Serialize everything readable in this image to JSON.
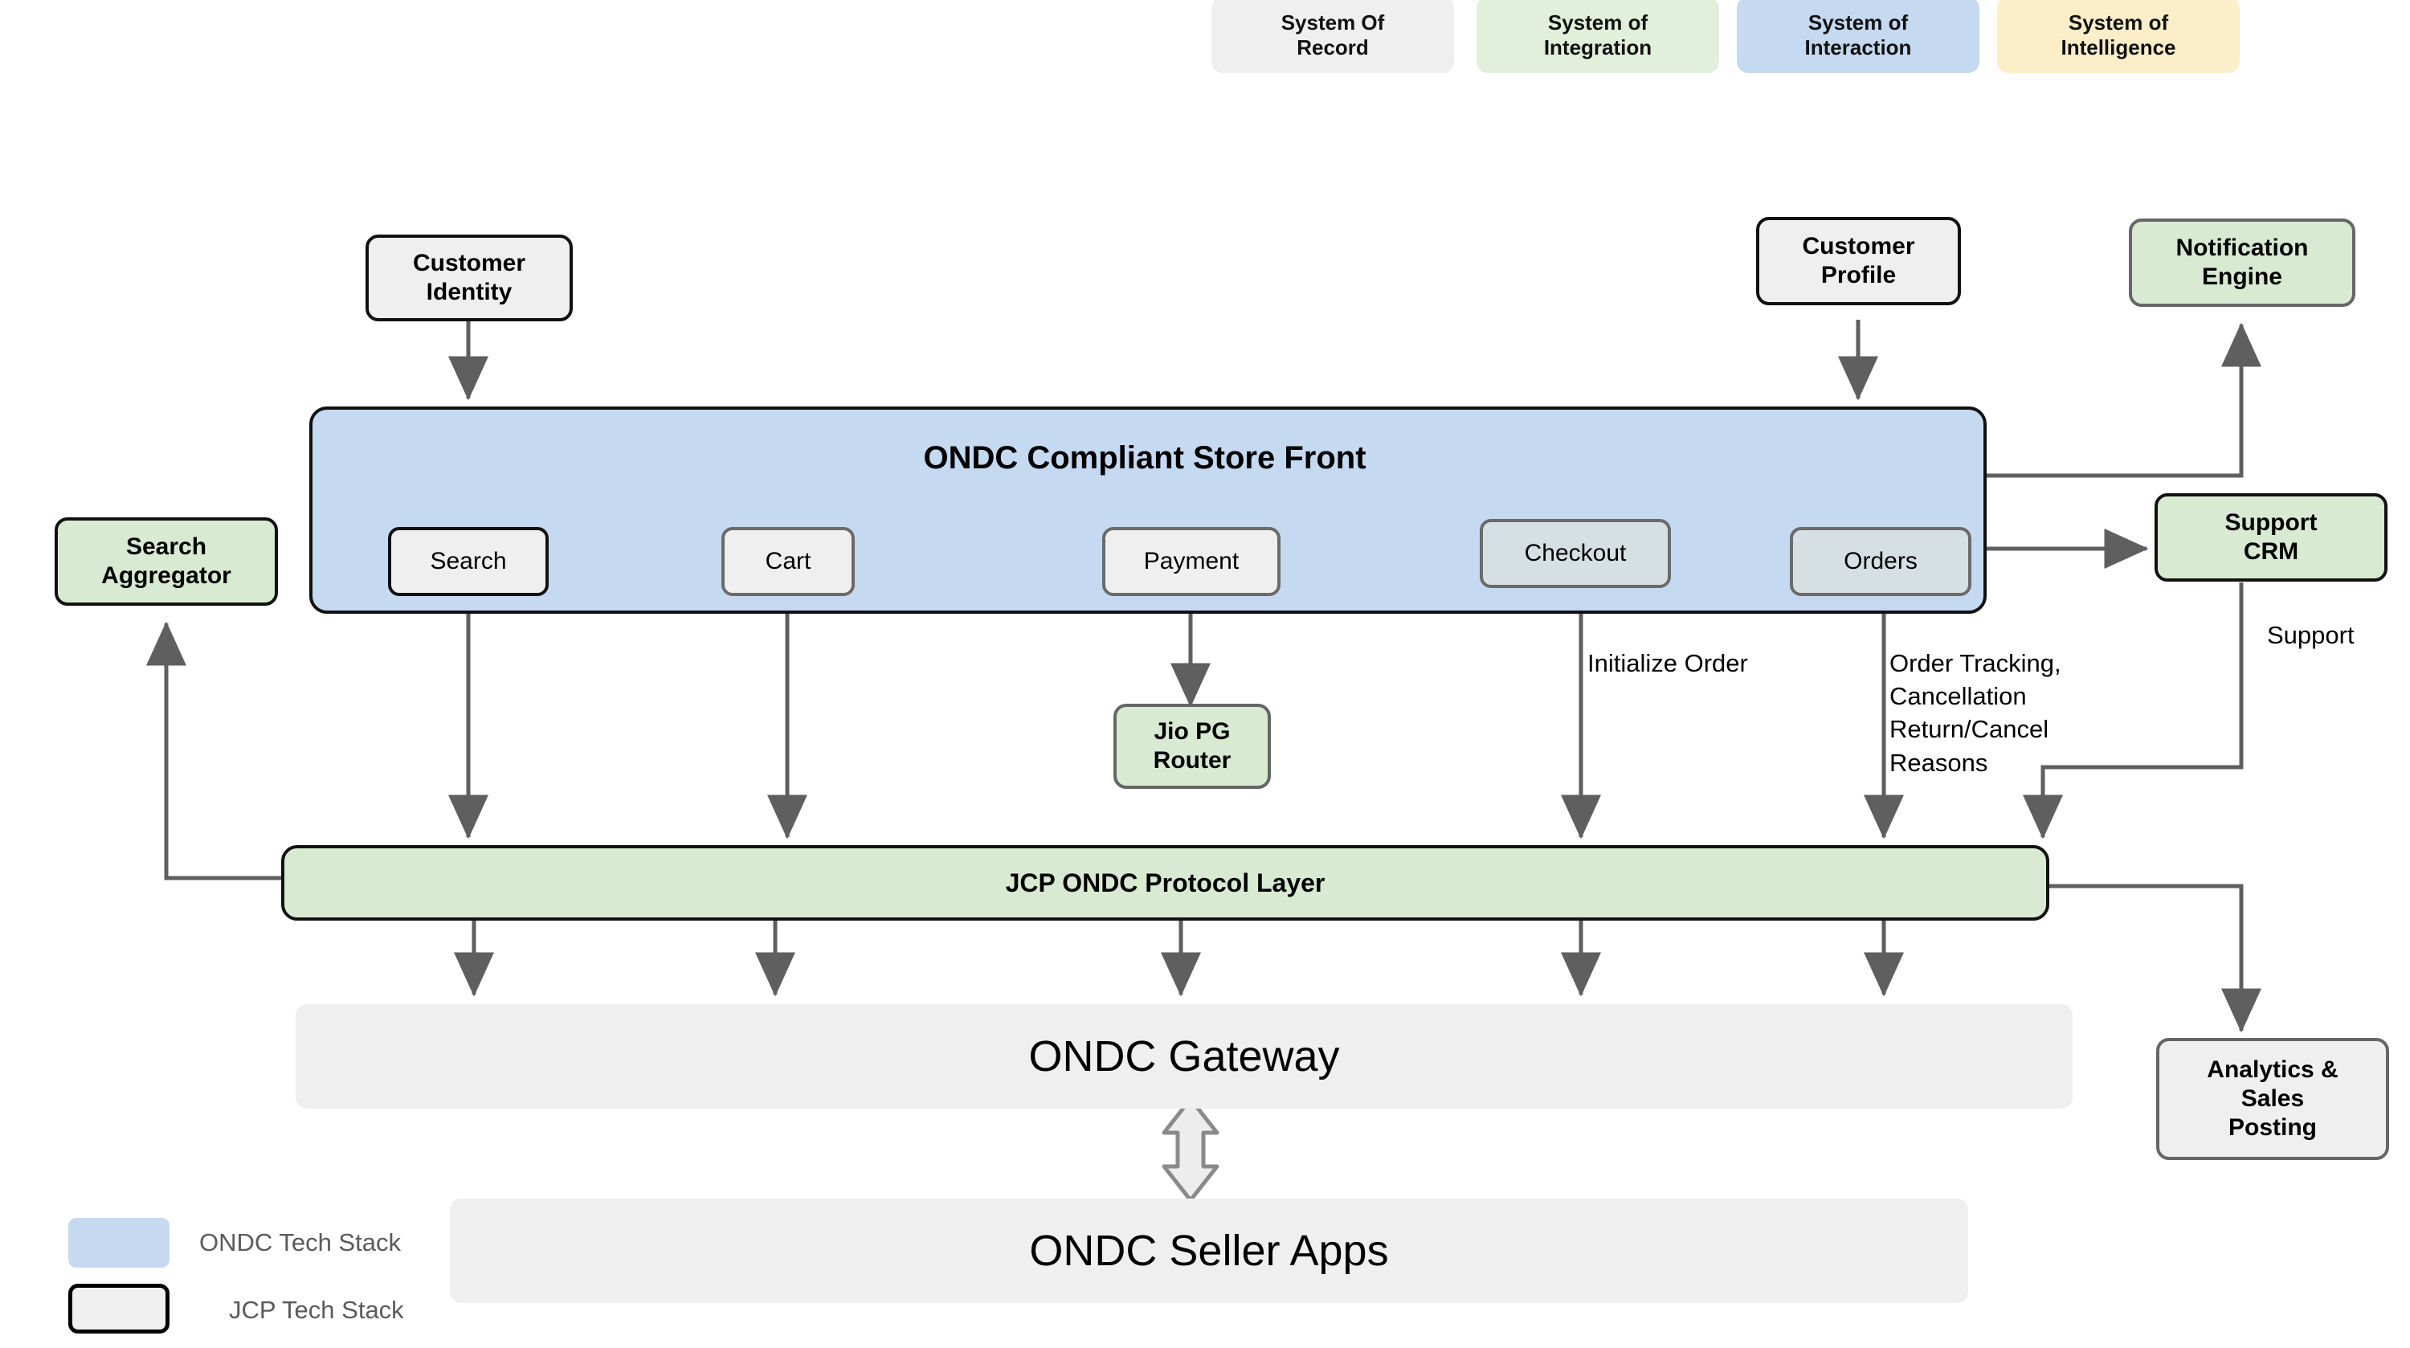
{
  "legend_top": {
    "items": [
      {
        "label": "System Of\nRecord",
        "color": "#efefef"
      },
      {
        "label": "System of\nIntegration",
        "color": "#e2efda"
      },
      {
        "label": "System of\nInteraction",
        "color": "#c5d9f1"
      },
      {
        "label": "System of\nIntelligence",
        "color": "#fdeeca"
      }
    ]
  },
  "nodes": {
    "customer_identity": "Customer\nIdentity",
    "customer_profile": "Customer\nProfile",
    "notification_engine": "Notification\nEngine",
    "search_aggregator": "Search\nAggregator",
    "support_crm": "Support\nCRM",
    "jio_pg_router": "Jio PG\nRouter",
    "analytics_sales_posting": "Analytics &\nSales\nPosting",
    "store_front_title": "ONDC Compliant Store Front",
    "protocol_layer": "JCP ONDC Protocol Layer",
    "ondc_gateway": "ONDC Gateway",
    "ondc_seller_apps": "ONDC Seller Apps"
  },
  "store_front_modules": [
    {
      "label": "Search",
      "style": "dark"
    },
    {
      "label": "Cart",
      "style": "soft"
    },
    {
      "label": "Payment",
      "style": "soft"
    },
    {
      "label": "Checkout",
      "style": "tint"
    },
    {
      "label": "Orders",
      "style": "tint"
    }
  ],
  "edge_labels": {
    "initialize_order": "Initialize Order",
    "order_tracking": "Order Tracking,\nCancellation\nReturn/Cancel\nReasons",
    "support": "Support"
  },
  "legend_bottom": [
    {
      "label": "ONDC Tech  Stack",
      "swatch": "#c5d9f1",
      "bordered": false
    },
    {
      "label": "JCP Tech  Stack",
      "swatch": "#efefef",
      "bordered": true
    }
  ],
  "colors": {
    "interaction_blue": "#c5d9f1",
    "integration_green": "#d9ead3",
    "record_grey": "#efefef",
    "intelligence_yellow": "#fdeeca",
    "wire": "#5f5f5f",
    "text": "#000000"
  }
}
